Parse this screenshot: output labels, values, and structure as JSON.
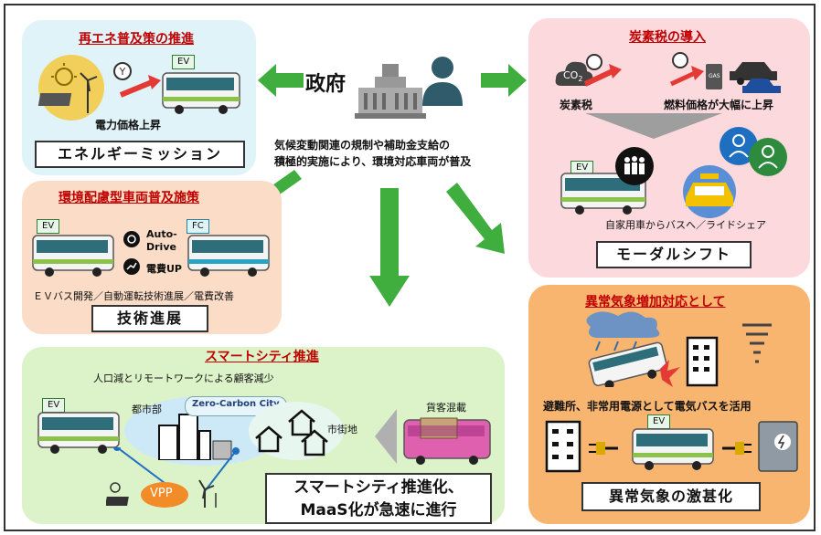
{
  "center": {
    "govt_label": "政府",
    "desc_line1": "気候変動関連の規制や補助金支給の",
    "desc_line2": "積極的実施により、環境対応車両が普及"
  },
  "panels": {
    "renewable": {
      "title": "再エネ普及策の推進",
      "note": "電力価格上昇",
      "footer": "エネルギーミッション",
      "tag": "EV",
      "color": "#dff3f8"
    },
    "carbon_tax": {
      "title": "炭素税の導入",
      "co2_icon_text": "CO",
      "co2_subscript": "2",
      "tax_label": "炭素税",
      "gas_icon_text": "GAS",
      "fuel_label": "燃料価格が大幅に上昇",
      "tag": "EV",
      "shift_note": "自家用車からバスへ／ライドシェア",
      "footer": "モーダルシフト",
      "color": "#fbd9dd"
    },
    "eco_vehicle": {
      "title": "環境配慮型車両普及施策",
      "tag_ev": "EV",
      "tag_fc": "FC",
      "auto_drive_1": "Auto-",
      "auto_drive_2": "Drive",
      "efficiency": "電費UP",
      "note": "ＥＶバス開発／自動運転技術進展／電費改善",
      "footer": "技術進展",
      "color": "#fbdcc6"
    },
    "smart_city": {
      "title": "スマートシティ推進",
      "note": "人口減とリモートワークによる顧客減少",
      "tag": "EV",
      "urban": "都市部",
      "zero_carbon": "Zero-Carbon City",
      "suburb": "市街地",
      "cargo": "貨客混載",
      "vpp": "VPP",
      "footer_line1": "スマートシティ推進化、",
      "footer_line2": "MaaS化が急速に進行",
      "color": "#dcf2c8"
    },
    "weather": {
      "title": "異常気象増加対応として",
      "note": "避難所、非常用電源として電気バスを活用",
      "tag": "EV",
      "footer": "異常気象の激甚化",
      "color": "#f7b56f"
    }
  },
  "colors": {
    "arrow": "#3fae3f",
    "title_red": "#c00000"
  }
}
